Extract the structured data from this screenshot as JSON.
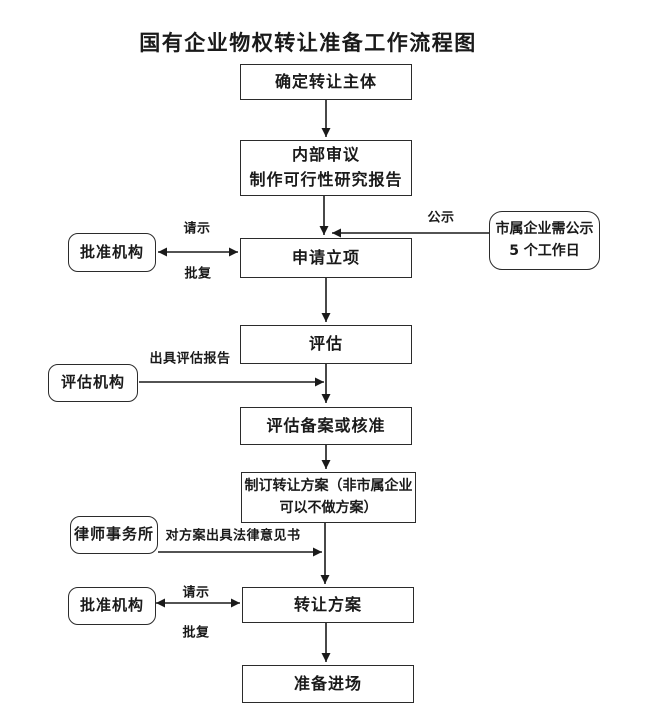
{
  "title": "国有企业物权转让准备工作流程图",
  "ink_color": "#1a1a1a",
  "flow": {
    "step1": {
      "label": "确定转让主体"
    },
    "step2": {
      "line1": "内部审议",
      "line2": "制作可行性研究报告"
    },
    "step3": {
      "label": "申请立项"
    },
    "step4": {
      "label": "评估"
    },
    "step5": {
      "label": "评估备案或核准"
    },
    "step6": {
      "line1": "制订转让方案（非市属企业",
      "line2": "可以不做方案）"
    },
    "step7": {
      "label": "转让方案"
    },
    "step8": {
      "label": "准备进场"
    }
  },
  "side": {
    "approval_org_top": {
      "label": "批准机构"
    },
    "publicity_note": {
      "line1": "市属企业需公示",
      "line2": "5 个工作日"
    },
    "appraisal_org": {
      "label": "评估机构"
    },
    "law_firm": {
      "label": "律师事务所"
    },
    "approval_org_bottom": {
      "label": "批准机构"
    }
  },
  "edge_labels": {
    "request_top": "请示",
    "reply_top": "批复",
    "publicity": "公示",
    "appraisal_report": "出具评估报告",
    "legal_opinion": "对方案出具法律意见书",
    "request_bottom": "请示",
    "reply_bottom": "批复"
  }
}
